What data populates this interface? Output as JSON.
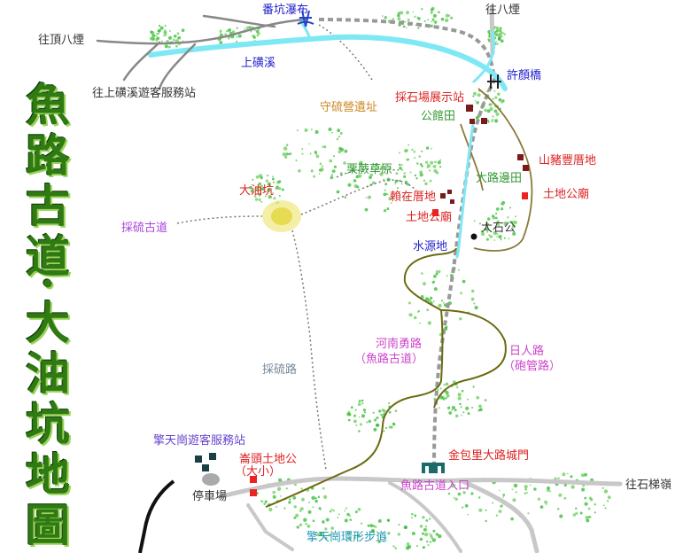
{
  "title": {
    "part1": [
      "魚",
      "路",
      "古",
      "道"
    ],
    "separator": "·",
    "part2": [
      "大",
      "油",
      "坑",
      "地",
      "圖"
    ]
  },
  "labels": {
    "to_dingbayan": "往頂八煙",
    "fanken_waterfall": "番坑瀑布",
    "to_bayan": "往八煙",
    "shangqingxi": "上磺溪",
    "to_shangqingxi_center": "往上磺溪遊客服務站",
    "xuyan_bridge": "許顏橋",
    "sulfur_camp_ruins": "守硫營遺址",
    "quarry_station": "採石場展示站",
    "gongguan_field": "公館田",
    "shanzhufeng_house": "山豬豐厝地",
    "sumigrass": "栗蕨草原",
    "dalubian_field": "大路邊田",
    "lai_house": "賴在厝地",
    "tudigong_east": "土地公廟",
    "dayoukeng": "大油坑",
    "tudigong_mid": "土地公廟",
    "dashigong": "大石公",
    "sulfur_trail_old": "採硫古道",
    "water_source": "水源地",
    "henan_road": "河南勇路",
    "henan_road_sub": "（魚路古道）",
    "riren_road": "日人路",
    "riren_road_sub": "（砲管路）",
    "sulfur_road": "採硫路",
    "qingtiangang_center": "擎天崗遊客服務站",
    "niutou_tudigong": "崙頭土地公",
    "niutou_tudigong_sub": "（大小）",
    "jinbaoli_gate": "金包里大路城門",
    "parking": "停車場",
    "to_shitiling": "往石梯嶺",
    "fishroad_entrance": "魚路古道入口",
    "qingtiangang_loop": "擎天崗環形步道"
  },
  "colors": {
    "stream": "#7ee8f5",
    "road_grey": "#c8c8c8",
    "trail_dotted": "#8c8c8c",
    "trail_olive": "#6b6b10",
    "trail_brown": "#8a7a3a",
    "highway": "#111111",
    "building": "#7a1a1a",
    "shrine": "#ee2222",
    "gate": "#1a6a6a",
    "vegetation": "#33bb33",
    "sulfur_area": "#e6d84a"
  },
  "icons": {
    "waterfall": "waterfall-icon",
    "bridge": "bridge-icon",
    "building": "building-icon",
    "shrine": "shrine-icon",
    "rock": "rock-icon",
    "gate": "gate-icon",
    "parking": "parking-icon"
  }
}
